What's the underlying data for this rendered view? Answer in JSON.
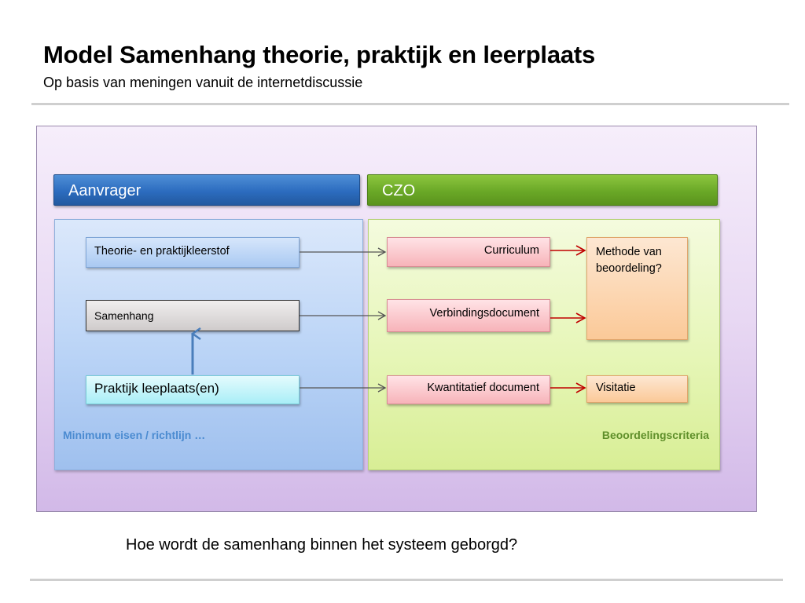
{
  "slide": {
    "title": "Model Samenhang theorie, praktijk en leerplaats",
    "subtitle": "Op basis van meningen vanuit de internetdiscussie",
    "question": "Hoe wordt de samenhang binnen het systeem geborgd?"
  },
  "diagram": {
    "left_header": "Aanvrager",
    "right_header": "CZO",
    "left_caption": "Minimum eisen / richtlijn …",
    "right_caption": "Beoordelingscriteria",
    "left_boxes": {
      "theorie": "Theorie- en praktijkleerstof",
      "samenhang": "Samenhang",
      "praktijk": "Praktijk leeplaats(en)"
    },
    "middle_boxes": {
      "curriculum": "Curriculum",
      "verbindingsdocument": "Verbindingsdocument",
      "kwantitatief": "Kwantitatief document"
    },
    "right_boxes": {
      "methode": "Methode van beoordeling?",
      "visitatie": "Visitatie"
    }
  },
  "colors": {
    "aanvrager_accent": "#2c6cbf",
    "czo_accent": "#6aa827",
    "grey_arrow": "#555555",
    "red_arrow": "#c00000",
    "blue_arrow": "#4a7ebb"
  },
  "connectors": [
    {
      "from": "theorie",
      "to": "curriculum",
      "style": "grey"
    },
    {
      "from": "samenhang",
      "to": "verbindingsdocument",
      "style": "grey"
    },
    {
      "from": "praktijk",
      "to": "kwantitatief",
      "style": "grey"
    },
    {
      "from": "curriculum",
      "to": "methode",
      "style": "red"
    },
    {
      "from": "verbindingsdocument",
      "to": "methode",
      "style": "red"
    },
    {
      "from": "kwantitatief",
      "to": "visitatie",
      "style": "red"
    },
    {
      "from": "praktijk",
      "to": "samenhang",
      "style": "blue"
    }
  ]
}
